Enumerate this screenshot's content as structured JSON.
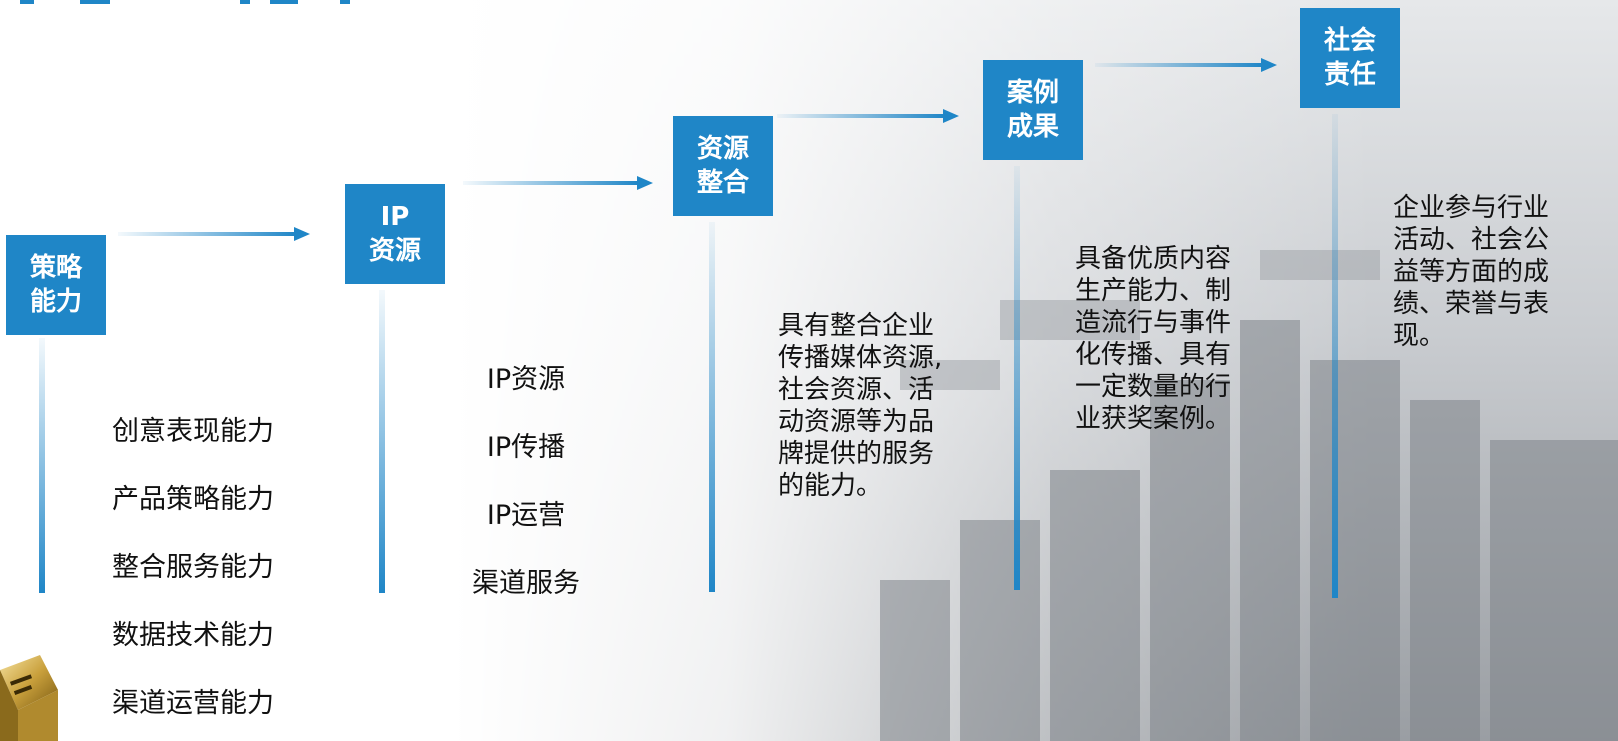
{
  "steps": [
    {
      "label": "策略\n能力"
    },
    {
      "label": "IP\n资源"
    },
    {
      "label": "资源\n整合"
    },
    {
      "label": "案例\n成果"
    },
    {
      "label": "社会\n责任"
    }
  ],
  "col1_items": [
    "创意表现能力",
    "产品策略能力",
    "整合服务能力",
    "数据技术能力",
    "渠道运营能力"
  ],
  "col2_items": [
    "IP资源",
    "IP传播",
    "IP运营",
    "渠道服务"
  ],
  "col3_text": "具有整合企业\n传播媒体资源,\n社会资源、活\n动资源等为品\n牌提供的服务\n的能力。",
  "col4_text": "具备优质内容\n生产能力、制\n造流行与事件\n化传播、具有\n一定数量的行\n业获奖案例。",
  "col5_text": "企业参与行业\n活动、社会公\n益等方面的成\n绩、荣誉与表\n现。",
  "colors": {
    "accent": "#1f86c7",
    "text": "#111111"
  },
  "icons": {
    "logo": "gold-seal-icon"
  }
}
